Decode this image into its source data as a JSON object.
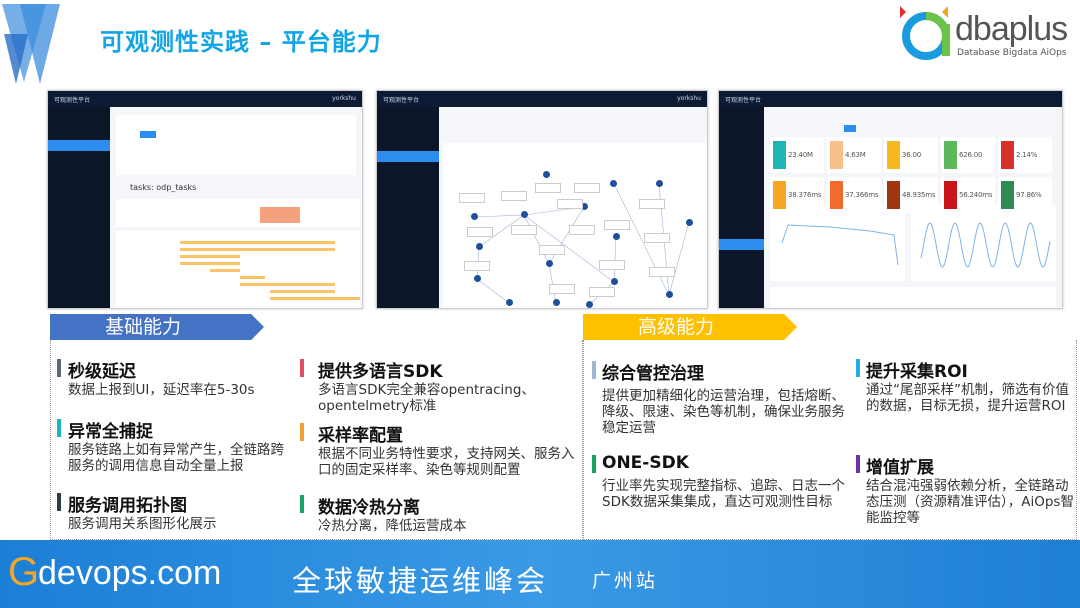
{
  "header": {
    "title": "可观测性实践 – 平台能力",
    "logo_text": "dbaplus",
    "logo_sub": "Database  Bigdata  AiOps"
  },
  "screens": [
    {
      "app_title": "可观测性平台",
      "user": "yorkshu",
      "trace_title": "tasks: odp_tasks"
    },
    {
      "app_title": "可观测性平台",
      "user": "yorkshu"
    },
    {
      "app_title": "可观测性平台",
      "metrics": [
        "23.40M",
        "4.63M",
        "36.00",
        "626.00",
        "2.14%",
        "38.376ms",
        "37.366ms",
        "48.935ms",
        "56.240ms",
        "97.86%"
      ],
      "metric_colors": [
        "#1fb5b5",
        "#f8c08a",
        "#f5b820",
        "#5cb85c",
        "#d9302c",
        "#f5a623",
        "#f26a2e",
        "#a0360d",
        "#c9141b",
        "#2e8b57"
      ]
    }
  ],
  "basic": {
    "label": "基础能力",
    "color": "#4472c4",
    "items": [
      {
        "title": "秒级延迟",
        "desc": "数据上报到UI，延迟率在5-30s",
        "color": "#5a6b82"
      },
      {
        "title": "异常全捕捉",
        "desc": "服务链路上如有异常产生，全链路跨服务的调用信息自动全量上报",
        "color": "#1fb5c0"
      },
      {
        "title": "服务调用拓扑图",
        "desc": "服务调用关系图形化展示",
        "color": "#2f3a4a"
      },
      {
        "title": "提供多语言SDK",
        "desc": "多语言SDK完全兼容opentracing、opentelmetry标准",
        "color": "#e0505f"
      },
      {
        "title": "采样率配置",
        "desc": "根据不同业务特性要求，支持网关、服务入口的固定采样率、染色等规则配置",
        "color": "#f0a030"
      },
      {
        "title": "数据冷热分离",
        "desc": "冷热分离，降低运营成本",
        "color": "#1aa36a"
      }
    ]
  },
  "advanced": {
    "label": "高级能力",
    "color": "#ffc000",
    "items": [
      {
        "title": "综合管控治理",
        "desc": "提供更加精细化的运营治理，包括熔断、降级、限速、染色等机制，确保业务服务稳定运营",
        "color": "#9fb8d8"
      },
      {
        "title": "ONE-SDK",
        "desc": "行业率先实现完整指标、追踪、日志一个SDK数据采集集成，直达可观测性目标",
        "color": "#1aa35a"
      },
      {
        "title": "提升采集ROI",
        "desc": "通过“尾部采样”机制，筛选有价值的数据，目标无损，提升运营ROI",
        "color": "#1fb0e0"
      },
      {
        "title": "增值扩展",
        "desc": "结合混沌强弱依赖分析，全链路动态压测（资源精准评估），AiOps智能监控等",
        "color": "#7030a0"
      }
    ]
  },
  "footer": {
    "brand_g": "G",
    "brand": "devops.com",
    "event": "全球敏捷运维峰会",
    "city": "广州站"
  }
}
